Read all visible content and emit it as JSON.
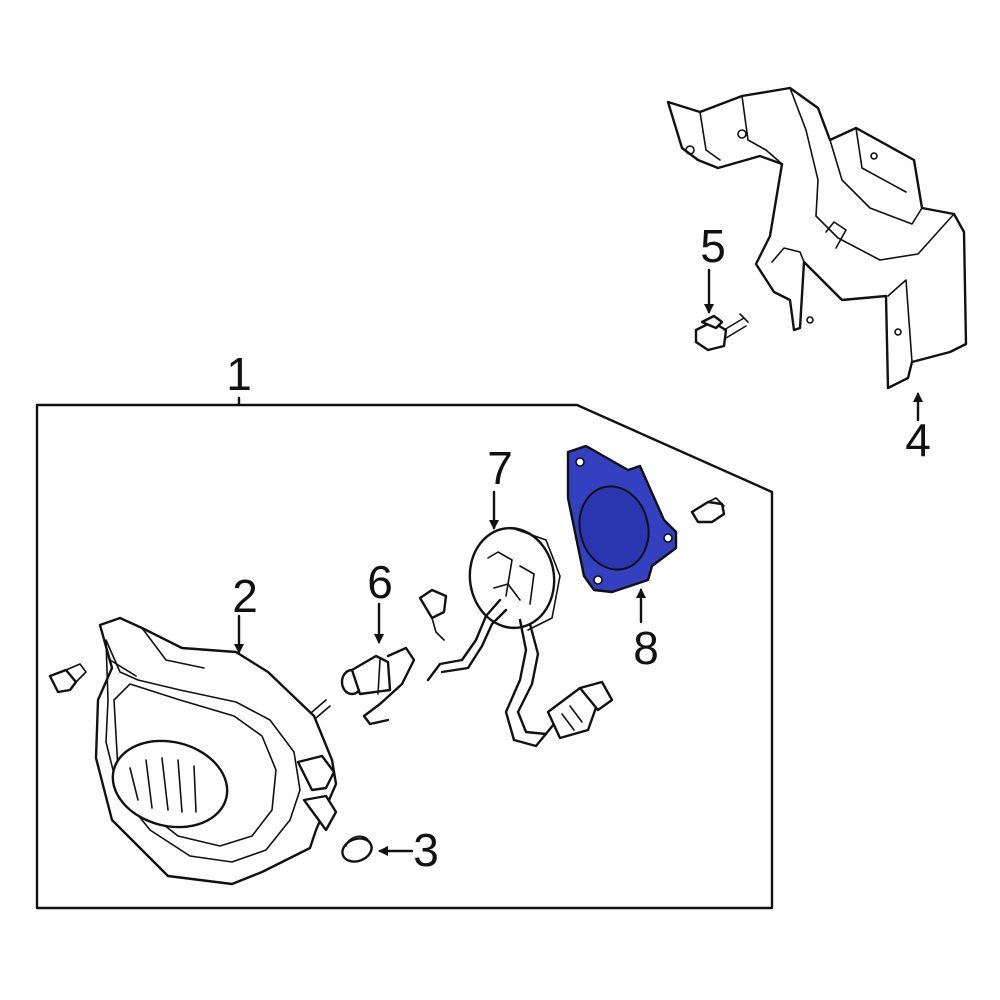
{
  "callouts": [
    {
      "id": "1",
      "label": "1"
    },
    {
      "id": "2",
      "label": "2"
    },
    {
      "id": "3",
      "label": "3"
    },
    {
      "id": "4",
      "label": "4"
    },
    {
      "id": "5",
      "label": "5"
    },
    {
      "id": "6",
      "label": "6"
    },
    {
      "id": "7",
      "label": "7"
    },
    {
      "id": "8",
      "label": "8"
    }
  ],
  "colors": {
    "highlight_fill": "#3340c0",
    "highlight_inner": "#2a36b0",
    "line": "#111111",
    "background": "#ffffff"
  }
}
